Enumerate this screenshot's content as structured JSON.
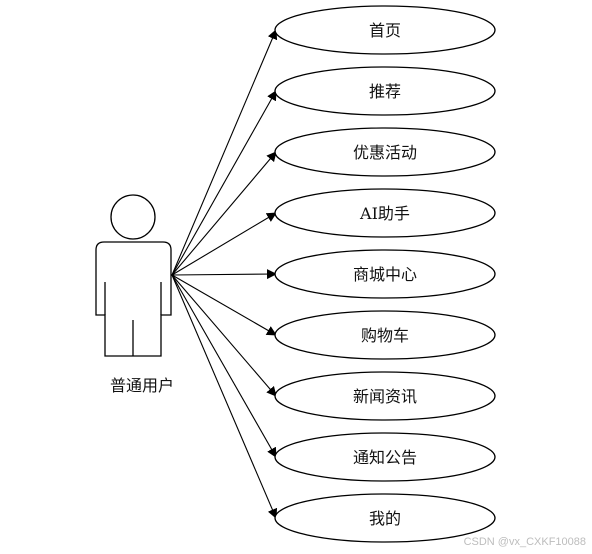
{
  "actor": {
    "label": "普通用户"
  },
  "use_cases": [
    {
      "label": "首页"
    },
    {
      "label": "推荐"
    },
    {
      "label": "优惠活动"
    },
    {
      "label": "AI助手"
    },
    {
      "label": "商城中心"
    },
    {
      "label": "购物车"
    },
    {
      "label": "新闻资讯"
    },
    {
      "label": "通知公告"
    },
    {
      "label": "我的"
    }
  ],
  "watermark": "CSDN @vx_CXKF10088",
  "colors": {
    "line": "#000000",
    "text": "#111111"
  }
}
